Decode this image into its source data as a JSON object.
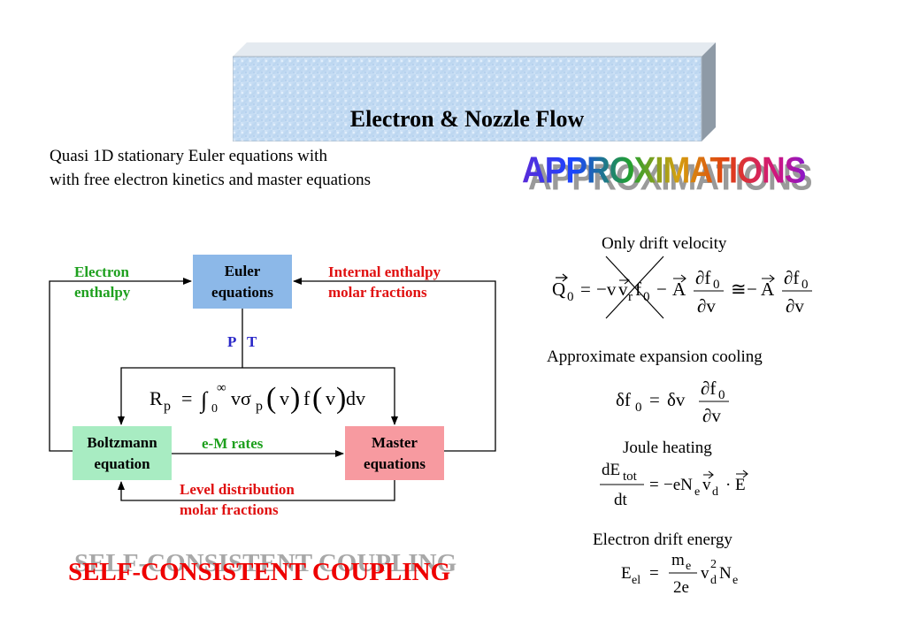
{
  "title": "Electron & Nozzle Flow",
  "intro": {
    "line1": "Quasi 1D stationary Euler equations with",
    "line2": "with free electron kinetics and master equations"
  },
  "approximations_heading": "APPROXIMATIONS",
  "diagram": {
    "euler_box": [
      "Euler",
      "equations"
    ],
    "boltzmann_box": [
      "Boltzmann",
      "equation"
    ],
    "master_box": [
      "Master",
      "equations"
    ],
    "electron_enthalpy": [
      "Electron",
      "enthalpy"
    ],
    "internal_enthalpy": [
      "Internal enthalpy",
      "molar fractions"
    ],
    "pt": [
      "P",
      "T"
    ],
    "em_rates": "e-M rates",
    "level_distribution": [
      "Level distribution",
      "molar fractions"
    ]
  },
  "right_panel": {
    "drift_velocity": "Only drift velocity",
    "expansion_cooling": "Approximate expansion cooling",
    "joule_heating": "Joule heating",
    "drift_energy": "Electron drift energy"
  },
  "coupling": "SELF-CONSISTENT COUPLING",
  "colors": {
    "euler": "#8cb8e8",
    "boltzmann": "#a8ecc2",
    "master": "#f79aa0",
    "green_label": "#1ea01e",
    "red_label": "#e01010",
    "blue_label": "#2a28c8",
    "coupling": "#ee0000"
  }
}
